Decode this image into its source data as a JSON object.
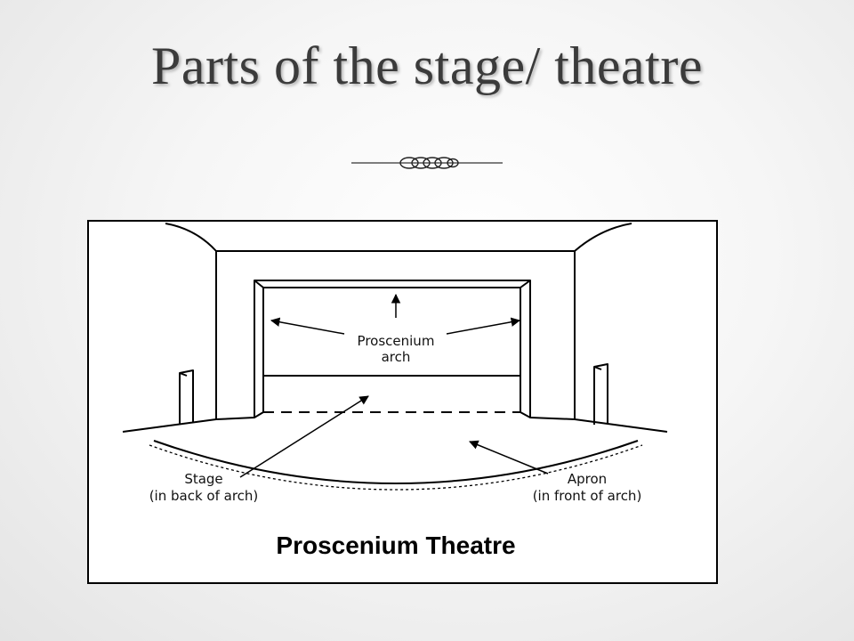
{
  "slide": {
    "title": "Parts of the stage/ theatre"
  },
  "diagram": {
    "labels": {
      "proscenium_line1": "Proscenium",
      "proscenium_line2": "arch",
      "stage_line1": "Stage",
      "stage_line2": "(in back of arch)",
      "apron_line1": "Apron",
      "apron_line2": "(in front of arch)"
    },
    "caption": "Proscenium Theatre"
  },
  "colors": {
    "title_text": "#3b3b3b",
    "line_art": "#000000",
    "figure_background": "#ffffff"
  }
}
